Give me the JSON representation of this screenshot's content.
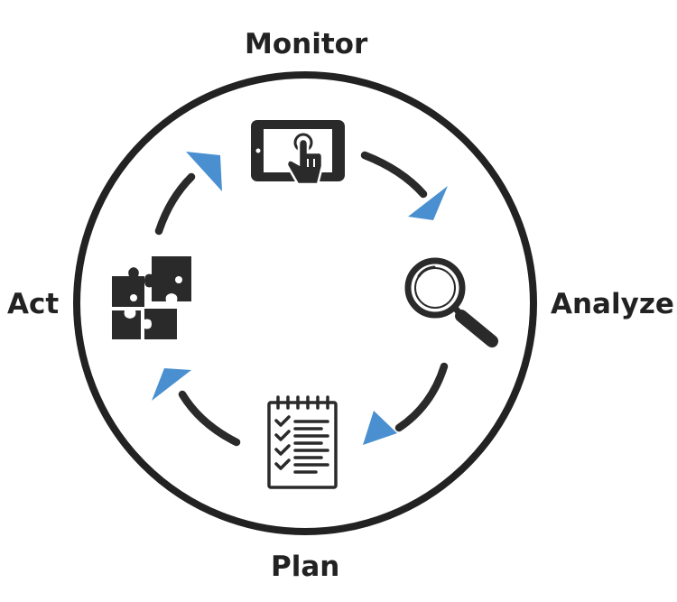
{
  "diagram": {
    "type": "cycle",
    "stages": [
      {
        "label": "Monitor",
        "icon": "tablet-touch-icon"
      },
      {
        "label": "Analyze",
        "icon": "magnifier-icon"
      },
      {
        "label": "Plan",
        "icon": "checklist-icon"
      },
      {
        "label": "Act",
        "icon": "puzzle-icon"
      }
    ],
    "flow": [
      "Monitor",
      "Analyze",
      "Plan",
      "Act",
      "Monitor"
    ],
    "colors": {
      "ring": "#222222",
      "arc": "#2a2a2a",
      "arrow": "#4a90d0",
      "icon": "#2a2a2a",
      "label": "#222222"
    }
  }
}
